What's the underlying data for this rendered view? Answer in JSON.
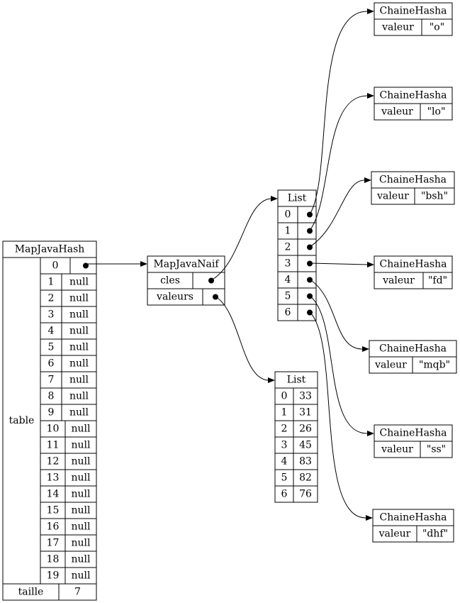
{
  "map": {
    "title": "MapJavaHash",
    "table_label": "table",
    "rows": [
      {
        "index": "0",
        "value": ""
      },
      {
        "index": "1",
        "value": "null"
      },
      {
        "index": "2",
        "value": "null"
      },
      {
        "index": "3",
        "value": "null"
      },
      {
        "index": "4",
        "value": "null"
      },
      {
        "index": "5",
        "value": "null"
      },
      {
        "index": "6",
        "value": "null"
      },
      {
        "index": "7",
        "value": "null"
      },
      {
        "index": "8",
        "value": "null"
      },
      {
        "index": "9",
        "value": "null"
      },
      {
        "index": "10",
        "value": "null"
      },
      {
        "index": "11",
        "value": "null"
      },
      {
        "index": "12",
        "value": "null"
      },
      {
        "index": "13",
        "value": "null"
      },
      {
        "index": "14",
        "value": "null"
      },
      {
        "index": "15",
        "value": "null"
      },
      {
        "index": "16",
        "value": "null"
      },
      {
        "index": "17",
        "value": "null"
      },
      {
        "index": "18",
        "value": "null"
      },
      {
        "index": "19",
        "value": "null"
      }
    ],
    "size_label": "taille",
    "size_value": "7"
  },
  "naif": {
    "title": "MapJavaNaif",
    "keys_label": "cles",
    "values_label": "valeurs"
  },
  "keys_list": {
    "title": "List",
    "indices": [
      "0",
      "1",
      "2",
      "3",
      "4",
      "5",
      "6"
    ]
  },
  "values_list": {
    "title": "List",
    "rows": [
      {
        "index": "0",
        "value": "33"
      },
      {
        "index": "1",
        "value": "31"
      },
      {
        "index": "2",
        "value": "26"
      },
      {
        "index": "3",
        "value": "45"
      },
      {
        "index": "4",
        "value": "83"
      },
      {
        "index": "5",
        "value": "82"
      },
      {
        "index": "6",
        "value": "76"
      }
    ]
  },
  "chains": [
    {
      "title": "ChaineHasha",
      "field": "valeur",
      "value": "\"o\""
    },
    {
      "title": "ChaineHasha",
      "field": "valeur",
      "value": "\"lo\""
    },
    {
      "title": "ChaineHasha",
      "field": "valeur",
      "value": "\"bsh\""
    },
    {
      "title": "ChaineHasha",
      "field": "valeur",
      "value": "\"fd\""
    },
    {
      "title": "ChaineHasha",
      "field": "valeur",
      "value": "\"mqb\""
    },
    {
      "title": "ChaineHasha",
      "field": "valeur",
      "value": "\"ss\""
    },
    {
      "title": "ChaineHasha",
      "field": "valeur",
      "value": "\"dhf\""
    }
  ]
}
